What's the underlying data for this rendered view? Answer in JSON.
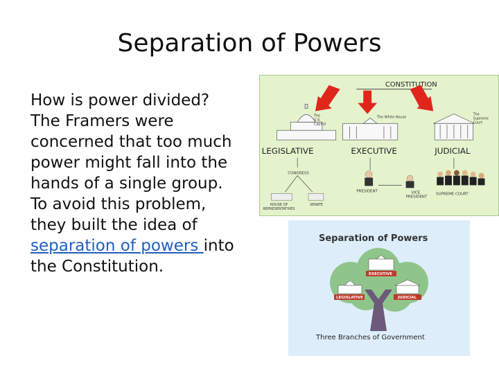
{
  "slide": {
    "title": "Separation of Powers",
    "body_before_link": "How is power divided? The Framers were concerned that too much power might fall into the hands of a single group. To avoid this problem, they built the idea of ",
    "link_text": "separation of powers ",
    "body_after_link": "into the Constitution."
  },
  "diagram1": {
    "constitution": "CONSTITUTION",
    "legislative": "LEGISLATIVE",
    "executive": "EXECUTIVE",
    "judicial": "JUDICIAL",
    "capitol_caption_1": "The",
    "capitol_caption_2": "U.S.",
    "capitol_caption_3": "Capitol",
    "whitehouse_caption": "The White House",
    "court_caption_1": "The",
    "court_caption_2": "Supreme",
    "court_caption_3": "Court",
    "congress": "CONGRESS",
    "house": "HOUSE OF",
    "house2": "REPRESENTATIVES",
    "senate": "SENATE",
    "president": "PRESIDENT",
    "vice_president_1": "VICE",
    "vice_president_2": "PRESIDENT",
    "supreme_court": "SUPREME COURT"
  },
  "diagram2": {
    "title": "Separation of Powers",
    "executive": "EXECUTIVE",
    "legislative": "LEGISLATIVE",
    "judicial": "JUDICIAL",
    "caption": "Three Branches of Government"
  },
  "colors": {
    "link": "#1f5fbf",
    "arrow_red": "#e0261b",
    "diagram1_bg": "#e4f3cc",
    "diagram2_bg": "#ddeefa"
  }
}
